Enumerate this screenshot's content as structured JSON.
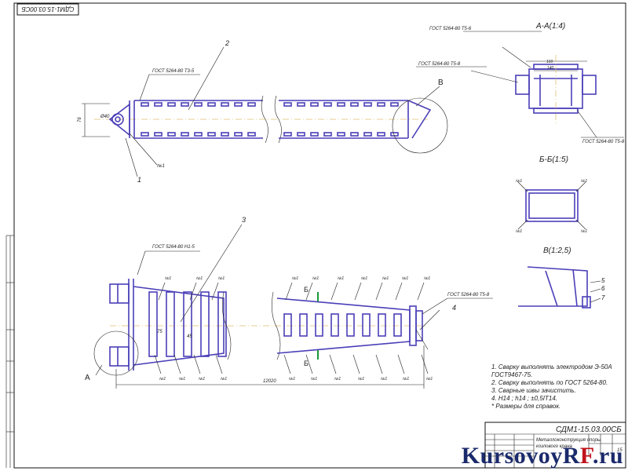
{
  "stamp": {
    "code_rotated": "СДМ1-15.03.00СБ",
    "code": "СДМ1-15.03.00СБ",
    "name_line1": "Металлоконструкция опоры",
    "name_line2": "козлового крана",
    "sheet_number": "15"
  },
  "sections": {
    "aa": "А-А(1:4)",
    "bb": "Б-Б(1:5)",
    "view_v": "В(1:2,5)"
  },
  "callouts": {
    "pos1": "1",
    "pos2": "2",
    "pos3": "3",
    "pos4": "4",
    "pos5": "5",
    "pos6": "6",
    "pos7": "7",
    "view_a": "А",
    "view_v": "В",
    "cut_b_top": "Б",
    "cut_b_bottom": "Б",
    "weld_n1": "№1"
  },
  "welds": {
    "top_left": "ГОСТ 5264-80 Т3-5",
    "left_mid": "ГОСТ 5264-80 Н1-5",
    "right_mid": "ГОСТ 5264-80 Т5-8",
    "aa_top": "ГОСТ 5264-80 Т5-6",
    "aa_mid": "ГОСТ 5264-80 Т5-8",
    "aa_bottom": "ГОСТ 5264-80 Т5-8"
  },
  "dimensions": {
    "d_left": "76",
    "d_pin": "Ø40",
    "length": "12020",
    "pitch1": "75",
    "pitch2": "45",
    "aa_w1": "160",
    "aa_w2": "140"
  },
  "notes": [
    "1. Сварку выполнять электродом Э-50А",
    "ГОСТ9467-75.",
    "2. Сварку выполнять по ГОСТ 5264-80.",
    "3. Сварные швы зачистить.",
    "4. H14 ; h14 ; ±0,5IT14.",
    "* Размеры для справок."
  ],
  "watermark": {
    "main": "KursovoyR",
    "accent": "F",
    "tail": ".ru"
  }
}
